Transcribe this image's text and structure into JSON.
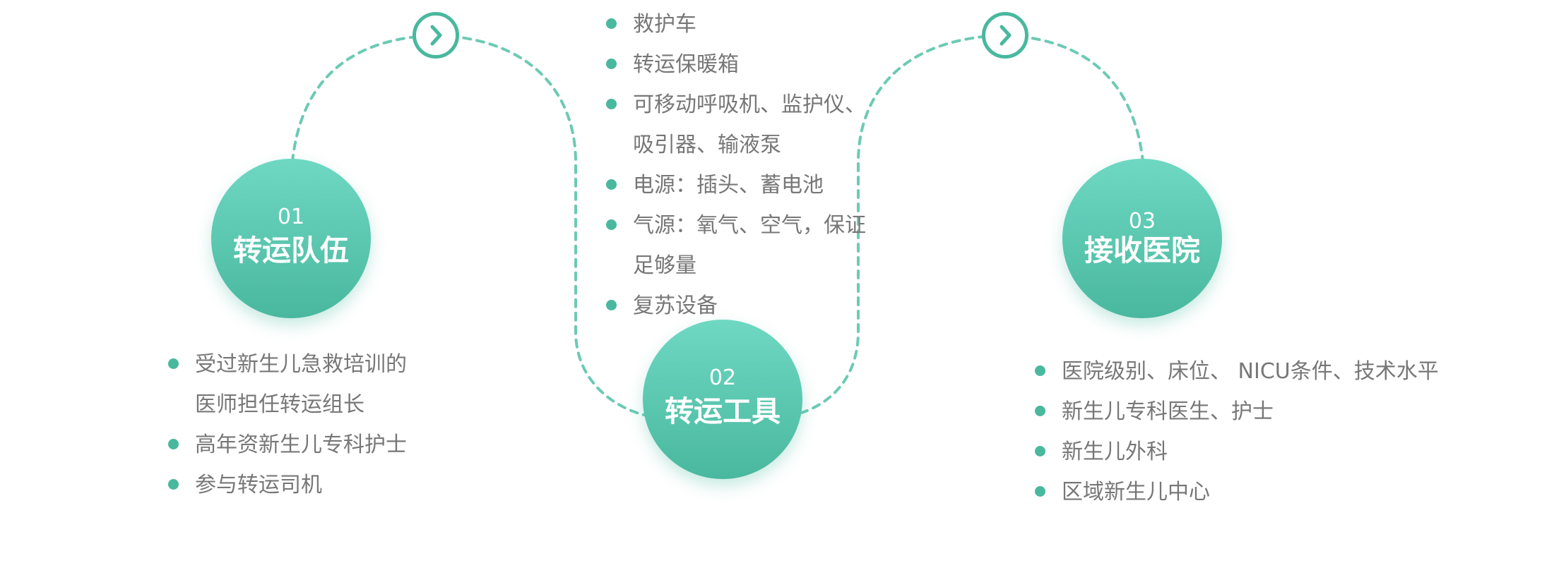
{
  "nodes": [
    {
      "num": "01",
      "title": "转运队伍"
    },
    {
      "num": "02",
      "title": "转运工具"
    },
    {
      "num": "03",
      "title": "接收医院"
    }
  ],
  "lists": {
    "team": [
      "受过新生儿急救培训的",
      "医师担任转运组长",
      "高年资新生儿专科护士",
      "参与转运司机"
    ],
    "tools": [
      "救护车",
      "转运保暖箱",
      "可移动呼吸机、监护仪、",
      "吸引器、输液泵",
      "电源：插头、蓄电池",
      "气源：氧气、空气，保证",
      "足够量",
      "复苏设备"
    ],
    "hospital": [
      "医院级别、床位、 NICU条件、技术水平",
      "新生儿专科医生、护士",
      "新生儿外科",
      "区域新生儿中心"
    ]
  },
  "colors": {
    "accent": "#49b89e",
    "accent_light": "#6fd8c3",
    "dash_line": "#6ccab4",
    "text": "#777777"
  },
  "icons": {
    "connector": "chevron-right-icon",
    "bullet": "bullet-dot-icon"
  }
}
